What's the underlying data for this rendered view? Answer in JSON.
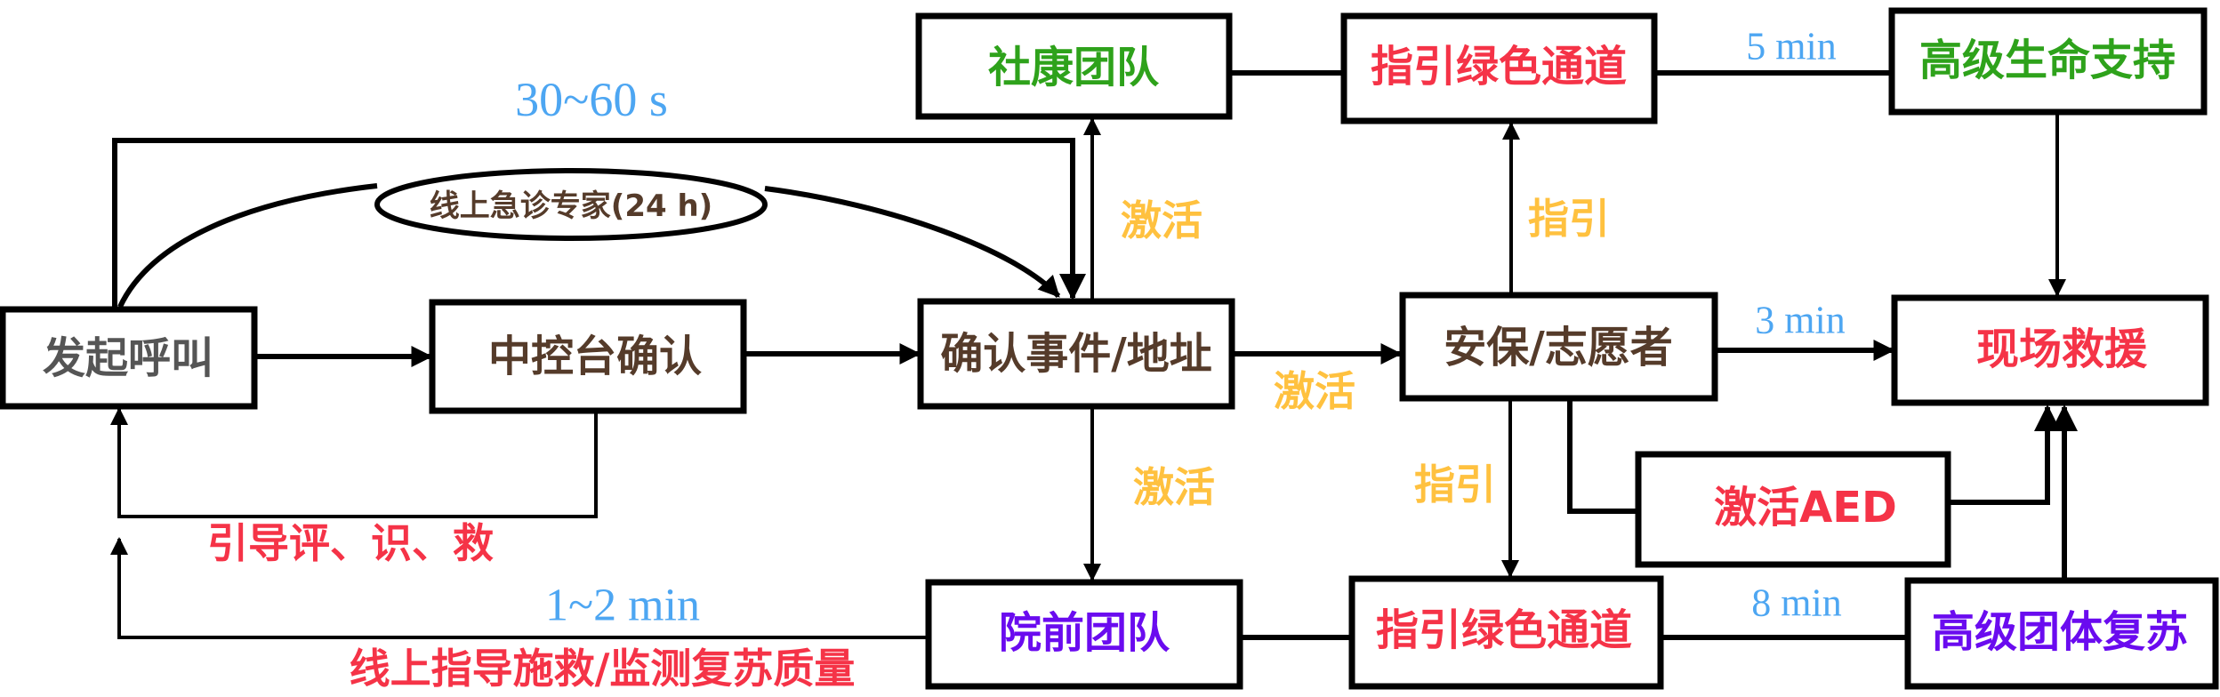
{
  "colors": {
    "gray": "#555555",
    "brown": "#553B2A",
    "green": "#2EA21B",
    "red": "#F53347",
    "purple": "#6A0BEF",
    "yellow": "#FFC13F",
    "blue": "#4DA6F2"
  },
  "nodes": {
    "initiate_call": {
      "label": "发起呼叫",
      "color": "gray"
    },
    "control_confirm": {
      "label": "中控台确认",
      "color": "brown"
    },
    "confirm_event": {
      "label": "确认事件/地址",
      "color": "brown"
    },
    "community_team": {
      "label": "社康团队",
      "color": "green"
    },
    "green_channel_top": {
      "label": "指引绿色通道",
      "color": "red"
    },
    "advanced_life_support": {
      "label": "高级生命支持",
      "color": "green"
    },
    "security_volunteer": {
      "label": "安保/志愿者",
      "color": "brown"
    },
    "onsite_rescue": {
      "label": "现场救援",
      "color": "red"
    },
    "activate_aed": {
      "label": "激活AED",
      "color": "red"
    },
    "prehospital_team": {
      "label": "院前团队",
      "color": "purple"
    },
    "green_channel_bottom": {
      "label": "指引绿色通道",
      "color": "red"
    },
    "advanced_team_cpr": {
      "label": "高级团体复苏",
      "color": "purple"
    },
    "online_expert": {
      "label": "线上急诊专家(24 h)",
      "color": "brown"
    }
  },
  "edge_labels": {
    "activate_up": "激活",
    "activate_right": "激活",
    "activate_down": "激活",
    "guide_up": "指引",
    "guide_down": "指引",
    "guide_assess": "引导评、识、救",
    "online_guidance": "线上指导施救/监测复苏质量"
  },
  "timings": {
    "t_30_60s": "30~60 s",
    "t_5min": "5 min",
    "t_3min": "3 min",
    "t_8min": "8 min",
    "t_1_2min": "1~2 min"
  }
}
